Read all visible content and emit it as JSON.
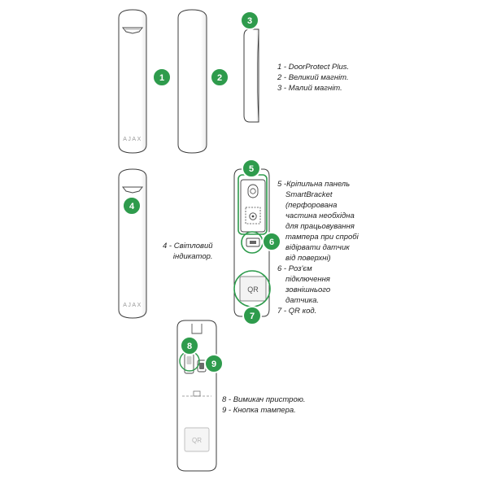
{
  "colors": {
    "badge_fill": "#2e9b4c",
    "badge_ring": "#ffffff",
    "badge_text": "#ffffff",
    "device_stroke": "#3c3c3c",
    "device_fill": "#ffffff",
    "highlight_ring": "#2e9b4c",
    "text": "#222222",
    "logo_text": "#999999"
  },
  "device": {
    "logo": "AJAX",
    "qr_label": "QR"
  },
  "badges": [
    "1",
    "2",
    "3",
    "4",
    "5",
    "6",
    "7",
    "8",
    "9"
  ],
  "captions": {
    "group1": [
      "1 - DoorProtect Plus.",
      "2 - Великий магніт.",
      "3 - Малий магніт."
    ],
    "group2": [
      "4 - Світловий",
      "індикатор."
    ],
    "group3": [
      "5 -Кріпильна панель",
      "SmartBracket",
      "(перфорована",
      "частина необхідна",
      "для працьовування",
      "тампера при спробі",
      "відірвати датчик",
      "від поверхні)",
      "6 - Роз'єм",
      "підключення",
      "зовнішнього",
      "датчика.",
      "7 - QR код."
    ],
    "group4": [
      "8 - Вимикач пристрою.",
      "9 - Кнопка тампера."
    ]
  }
}
